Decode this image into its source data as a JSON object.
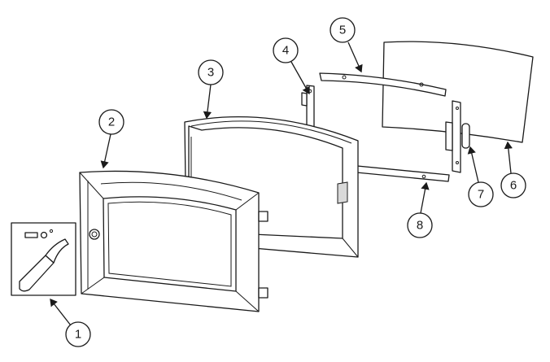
{
  "callouts": [
    {
      "id": "1",
      "part": "touch-up-paint"
    },
    {
      "id": "2",
      "part": "door-frame"
    },
    {
      "id": "3",
      "part": "glass-gasket"
    },
    {
      "id": "4",
      "part": "hinge-bracket"
    },
    {
      "id": "5",
      "part": "top-glass-retainer"
    },
    {
      "id": "6",
      "part": "glass-panel"
    },
    {
      "id": "7",
      "part": "latch-bracket"
    },
    {
      "id": "8",
      "part": "bottom-glass-retainer"
    }
  ],
  "colors": {
    "line": "#1a1a1a",
    "fill": "#ffffff",
    "shade": "#d9d9d9"
  }
}
